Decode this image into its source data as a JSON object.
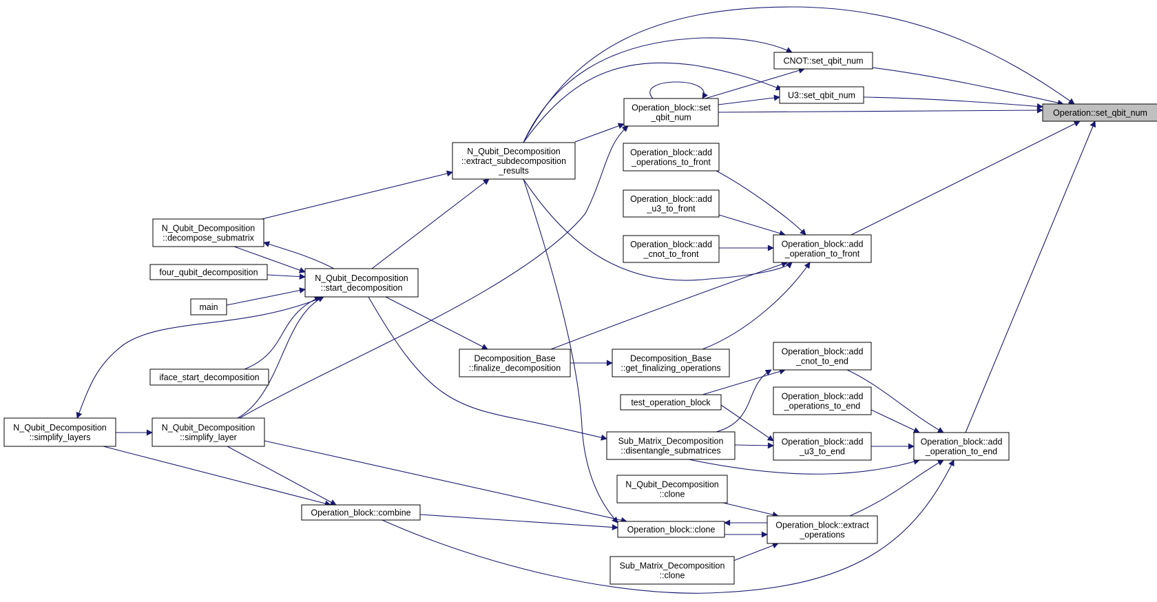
{
  "colors": {
    "edge": "#191970",
    "node_border": "#000000",
    "node_fill": "#ffffff",
    "highlight_fill": "#bfbfbf"
  },
  "nodes": {
    "op_set_qbit_num": {
      "lines": [
        "Operation::set_qbit_num"
      ],
      "highlight": true
    },
    "cnot_set_qbit_num": {
      "lines": [
        "CNOT::set_qbit_num"
      ]
    },
    "u3_set_qbit_num": {
      "lines": [
        "U3::set_qbit_num"
      ]
    },
    "ob_set_qbit_num": {
      "lines": [
        "Operation_block::set",
        "_qbit_num"
      ]
    },
    "nqd_extract": {
      "lines": [
        "N_Qubit_Decomposition",
        "::extract_subdecomposition",
        "_results"
      ]
    },
    "ob_add_ops_front": {
      "lines": [
        "Operation_block::add",
        "_operations_to_front"
      ]
    },
    "ob_add_u3_front": {
      "lines": [
        "Operation_block::add",
        "_u3_to_front"
      ]
    },
    "ob_add_cnot_front": {
      "lines": [
        "Operation_block::add",
        "_cnot_to_front"
      ]
    },
    "ob_add_op_front": {
      "lines": [
        "Operation_block::add",
        "_operation_to_front"
      ]
    },
    "nqd_decompose_sub": {
      "lines": [
        "N_Qubit_Decomposition",
        "::decompose_submatrix"
      ]
    },
    "four_qubit": {
      "lines": [
        "four_qubit_decomposition"
      ]
    },
    "nqd_start": {
      "lines": [
        "N_Qubit_Decomposition",
        "::start_decomposition"
      ]
    },
    "main": {
      "lines": [
        "main"
      ]
    },
    "db_finalize": {
      "lines": [
        "Decomposition_Base",
        "::finalize_decomposition"
      ]
    },
    "db_get_final": {
      "lines": [
        "Decomposition_Base",
        "::get_finalizing_operations"
      ]
    },
    "iface_start": {
      "lines": [
        "iface_start_decomposition"
      ]
    },
    "ob_add_cnot_end": {
      "lines": [
        "Operation_block::add",
        "_cnot_to_end"
      ]
    },
    "test_ob": {
      "lines": [
        "test_operation_block"
      ]
    },
    "ob_add_ops_end": {
      "lines": [
        "Operation_block::add",
        "_operations_to_end"
      ]
    },
    "nqd_simplify_layers": {
      "lines": [
        "N_Qubit_Decomposition",
        "::simplify_layers"
      ]
    },
    "nqd_simplify_layer": {
      "lines": [
        "N_Qubit_Decomposition",
        "::simplify_layer"
      ]
    },
    "smd_disentangle": {
      "lines": [
        "Sub_Matrix_Decomposition",
        "::disentangle_submatrices"
      ]
    },
    "ob_add_u3_end": {
      "lines": [
        "Operation_block::add",
        "_u3_to_end"
      ]
    },
    "ob_add_op_end": {
      "lines": [
        "Operation_block::add",
        "_operation_to_end"
      ]
    },
    "nqd_clone": {
      "lines": [
        "N_Qubit_Decomposition",
        "::clone"
      ]
    },
    "ob_combine": {
      "lines": [
        "Operation_block::combine"
      ]
    },
    "ob_clone": {
      "lines": [
        "Operation_block::clone"
      ]
    },
    "ob_extract_ops": {
      "lines": [
        "Operation_block::extract",
        "_operations"
      ]
    },
    "smd_clone": {
      "lines": [
        "Sub_Matrix_Decomposition",
        "::clone"
      ]
    }
  },
  "edges": [
    [
      "cnot_set_qbit_num",
      "op_set_qbit_num"
    ],
    [
      "u3_set_qbit_num",
      "op_set_qbit_num"
    ],
    [
      "ob_set_qbit_num",
      "op_set_qbit_num"
    ],
    [
      "nqd_extract",
      "op_set_qbit_num"
    ],
    [
      "ob_add_op_front",
      "op_set_qbit_num"
    ],
    [
      "ob_add_op_end",
      "op_set_qbit_num"
    ],
    [
      "ob_set_qbit_num",
      "cnot_set_qbit_num"
    ],
    [
      "ob_set_qbit_num",
      "u3_set_qbit_num"
    ],
    [
      "ob_set_qbit_num",
      "ob_set_qbit_num"
    ],
    [
      "nqd_extract",
      "cnot_set_qbit_num"
    ],
    [
      "nqd_extract",
      "u3_set_qbit_num"
    ],
    [
      "nqd_extract",
      "ob_set_qbit_num"
    ],
    [
      "nqd_simplify_layer",
      "ob_set_qbit_num"
    ],
    [
      "ob_add_ops_front",
      "ob_add_op_front"
    ],
    [
      "ob_add_u3_front",
      "ob_add_op_front"
    ],
    [
      "ob_add_cnot_front",
      "ob_add_op_front"
    ],
    [
      "nqd_extract",
      "ob_add_op_front"
    ],
    [
      "db_finalize",
      "ob_add_op_front"
    ],
    [
      "db_get_final",
      "ob_add_op_front"
    ],
    [
      "nqd_decompose_sub",
      "nqd_extract"
    ],
    [
      "nqd_start",
      "nqd_extract"
    ],
    [
      "nqd_extract",
      "ob_clone"
    ],
    [
      "nqd_start",
      "nqd_decompose_sub"
    ],
    [
      "nqd_decompose_sub",
      "nqd_start"
    ],
    [
      "four_qubit",
      "nqd_start"
    ],
    [
      "main",
      "nqd_start"
    ],
    [
      "iface_start",
      "nqd_start"
    ],
    [
      "nqd_simplify_layer",
      "nqd_start"
    ],
    [
      "nqd_start",
      "nqd_simplify_layers"
    ],
    [
      "nqd_start",
      "db_finalize"
    ],
    [
      "nqd_start",
      "smd_disentangle"
    ],
    [
      "db_finalize",
      "db_get_final"
    ],
    [
      "test_ob",
      "ob_add_cnot_end"
    ],
    [
      "smd_disentangle",
      "ob_add_cnot_end"
    ],
    [
      "test_ob",
      "ob_add_u3_end"
    ],
    [
      "smd_disentangle",
      "ob_add_u3_end"
    ],
    [
      "ob_add_cnot_end",
      "ob_add_op_end"
    ],
    [
      "ob_add_ops_end",
      "ob_add_op_end"
    ],
    [
      "ob_add_u3_end",
      "ob_add_op_end"
    ],
    [
      "smd_disentangle",
      "ob_add_op_end"
    ],
    [
      "ob_extract_ops",
      "ob_add_op_end"
    ],
    [
      "ob_combine",
      "ob_add_op_end"
    ],
    [
      "nqd_simplify_layers",
      "nqd_simplify_layer"
    ],
    [
      "nqd_simplify_layers",
      "ob_combine"
    ],
    [
      "nqd_simplify_layer",
      "ob_combine"
    ],
    [
      "nqd_simplify_layer",
      "ob_clone"
    ],
    [
      "ob_combine",
      "ob_clone"
    ],
    [
      "ob_extract_ops",
      "ob_clone"
    ],
    [
      "ob_clone",
      "ob_extract_ops"
    ],
    [
      "nqd_clone",
      "ob_extract_ops"
    ],
    [
      "smd_clone",
      "ob_extract_ops"
    ]
  ]
}
